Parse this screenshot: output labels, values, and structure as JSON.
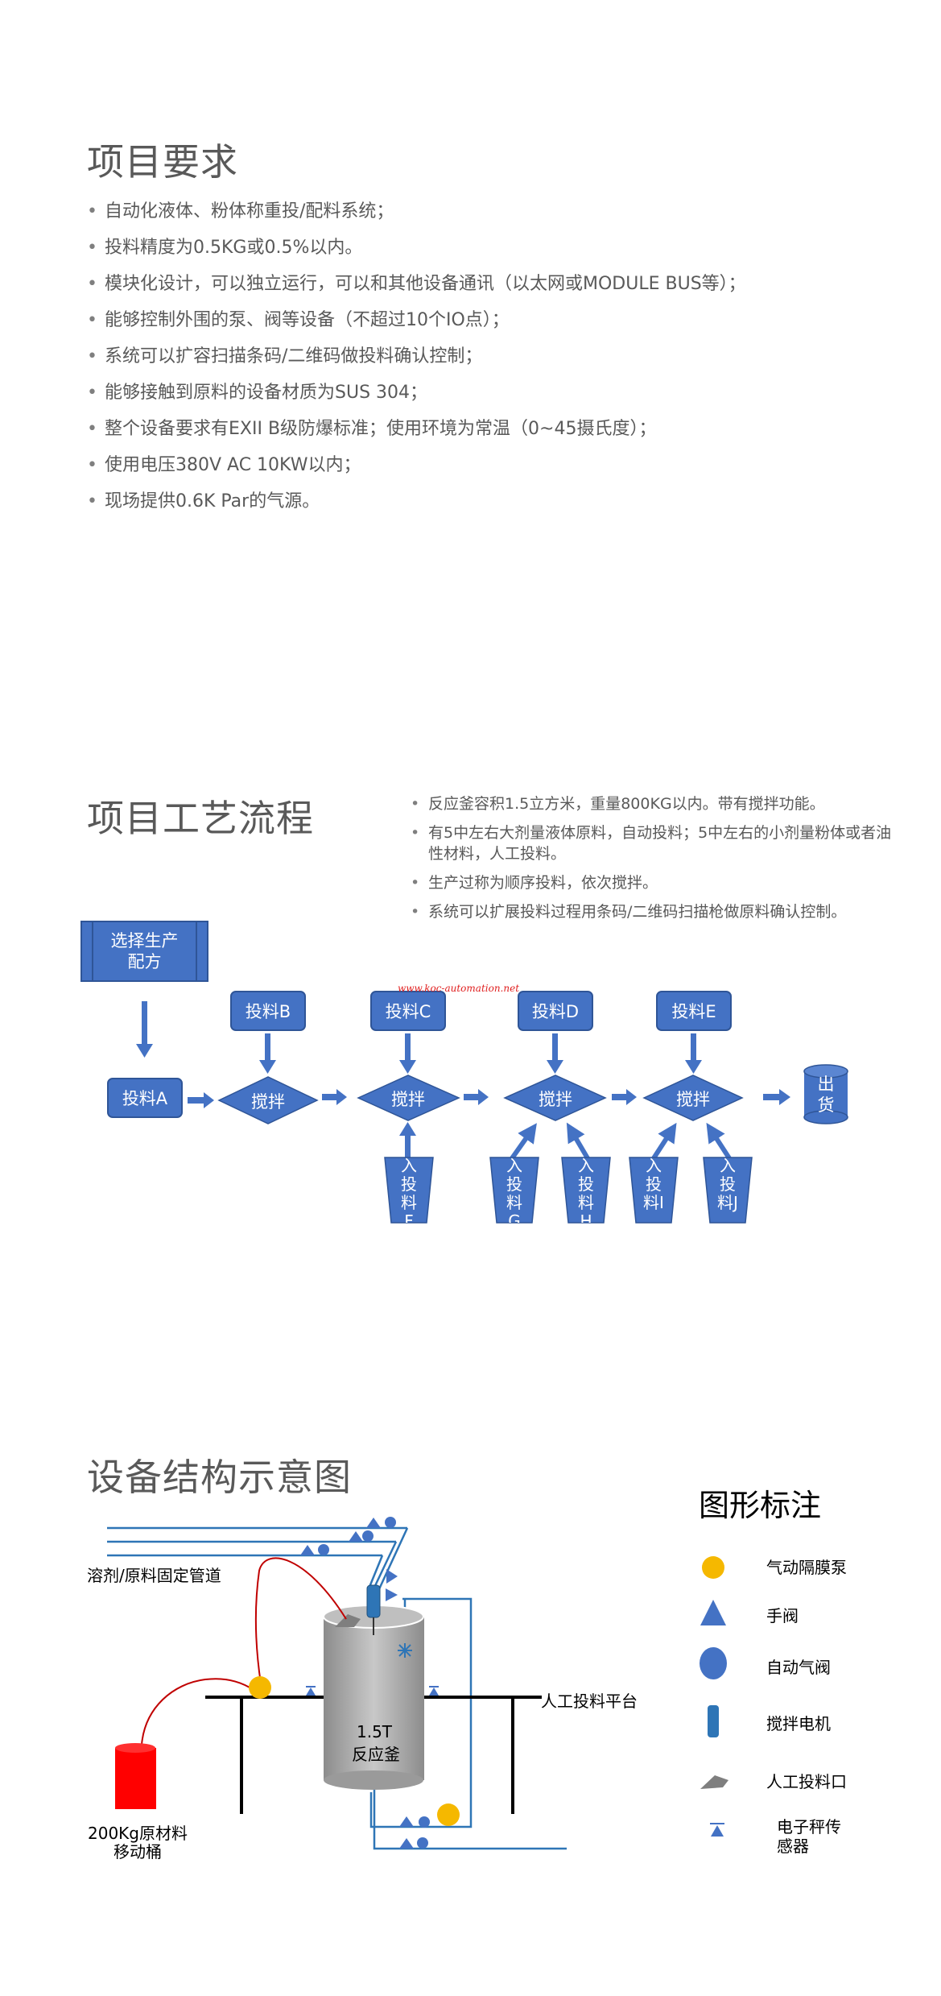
{
  "section1": {
    "title": "项目要求",
    "items": [
      "自动化液体、粉体称重投/配料系统；",
      "投料精度为0.5KG或0.5%以内。",
      "模块化设计，可以独立运行，可以和其他设备通讯（以太网或MODULE BUS等）；",
      "能够控制外围的泵、阀等设备（不超过10个IO点）；",
      "系统可以扩容扫描条码/二维码做投料确认控制；",
      "能够接触到原料的设备材质为SUS 304；",
      "整个设备要求有EXII B级防爆标准；使用环境为常温（0~45摄氏度）；",
      "使用电压380V AC 10KW以内；",
      "现场提供0.6K Par的气源。"
    ]
  },
  "section2": {
    "title": "项目工艺流程",
    "notes": [
      "反应釜容积1.5立方米，重量800KG以内。带有搅拌功能。",
      "有5中左右大剂量液体原料，自动投料；5中左右的小剂量粉体或者油性材料，人工投料。",
      "生产过称为顺序投料，依次搅拌。",
      "系统可以扩展投料过程用条码/二维码扫描枪做原料确认控制。"
    ],
    "watermark": "www.koc-automation.net",
    "recipe_label": "选择生产配方",
    "feed_a": "投料A",
    "feeds_top": [
      "投料B",
      "投料C",
      "投料D",
      "投料E"
    ],
    "mix_label": "搅拌",
    "hoppers": [
      "入投料F",
      "入投料G",
      "入投料H",
      "入投料I",
      "入投料J"
    ],
    "output_label": "出货"
  },
  "section3": {
    "title": "设备结构示意图",
    "pipe_label": "溶剂/原料固定管道",
    "platform_label": "人工投料平台",
    "tank_label_1": "1.5T",
    "tank_label_2": "反应釜",
    "drum_label_1": "200Kg原材料",
    "drum_label_2": "移动桶",
    "legend_title": "图形标注",
    "legend": [
      {
        "icon": "diaphragm-pump-icon",
        "label": "气动隔膜泵"
      },
      {
        "icon": "manual-valve-icon",
        "label": "手阀"
      },
      {
        "icon": "pneumatic-valve-icon",
        "label": "自动气阀"
      },
      {
        "icon": "mixer-motor-icon",
        "label": "搅拌电机"
      },
      {
        "icon": "manual-feed-port-icon",
        "label": "人工投料口"
      },
      {
        "icon": "load-cell-icon",
        "label": "电子秤传感器"
      }
    ],
    "colors": {
      "pipe": "#2e75b6",
      "pump": "#f5b800",
      "drum": "#ff0000",
      "hose": "#c00000",
      "valve": "#4472c4"
    }
  }
}
